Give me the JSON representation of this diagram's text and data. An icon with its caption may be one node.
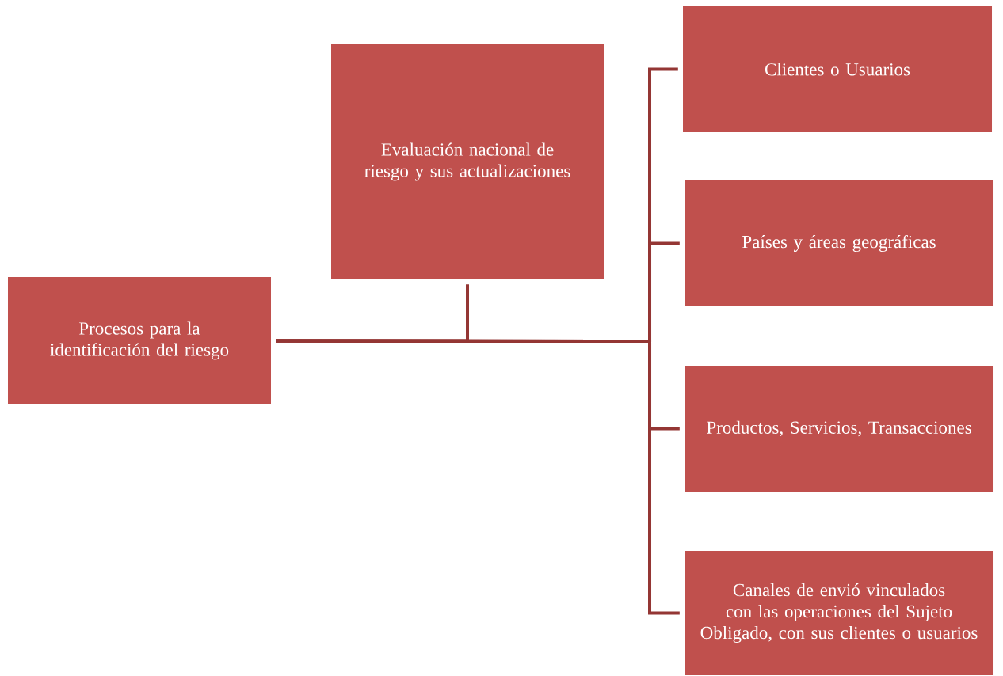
{
  "diagram": {
    "nodes": [
      {
        "text": [
          "Procesos para la identificación del riesgo"
        ]
      },
      {
        "text": [
          "Evaluación nacional de riesgo y sus actualizaciones"
        ]
      },
      {
        "text": [
          "Clientes o Usuarios"
        ]
      },
      {
        "text": [
          "Países y áreas geográficas"
        ]
      },
      {
        "text": [
          "Productos, Servicios, Transacciones"
        ]
      },
      {
        "text": [
          "Canales de envió vinculados con las operaciones del Sujeto Obligado, con sus clientes o usuarios"
        ]
      }
    ],
    "edges": [
      {
        "from": 0,
        "to": 1,
        "arrow": "none"
      },
      {
        "from": 0,
        "to": 2,
        "arrow": "none"
      },
      {
        "from": 0,
        "to": 3,
        "arrow": "none"
      },
      {
        "from": 0,
        "to": 4,
        "arrow": "none"
      },
      {
        "from": 0,
        "to": 5,
        "arrow": "none"
      }
    ]
  }
}
